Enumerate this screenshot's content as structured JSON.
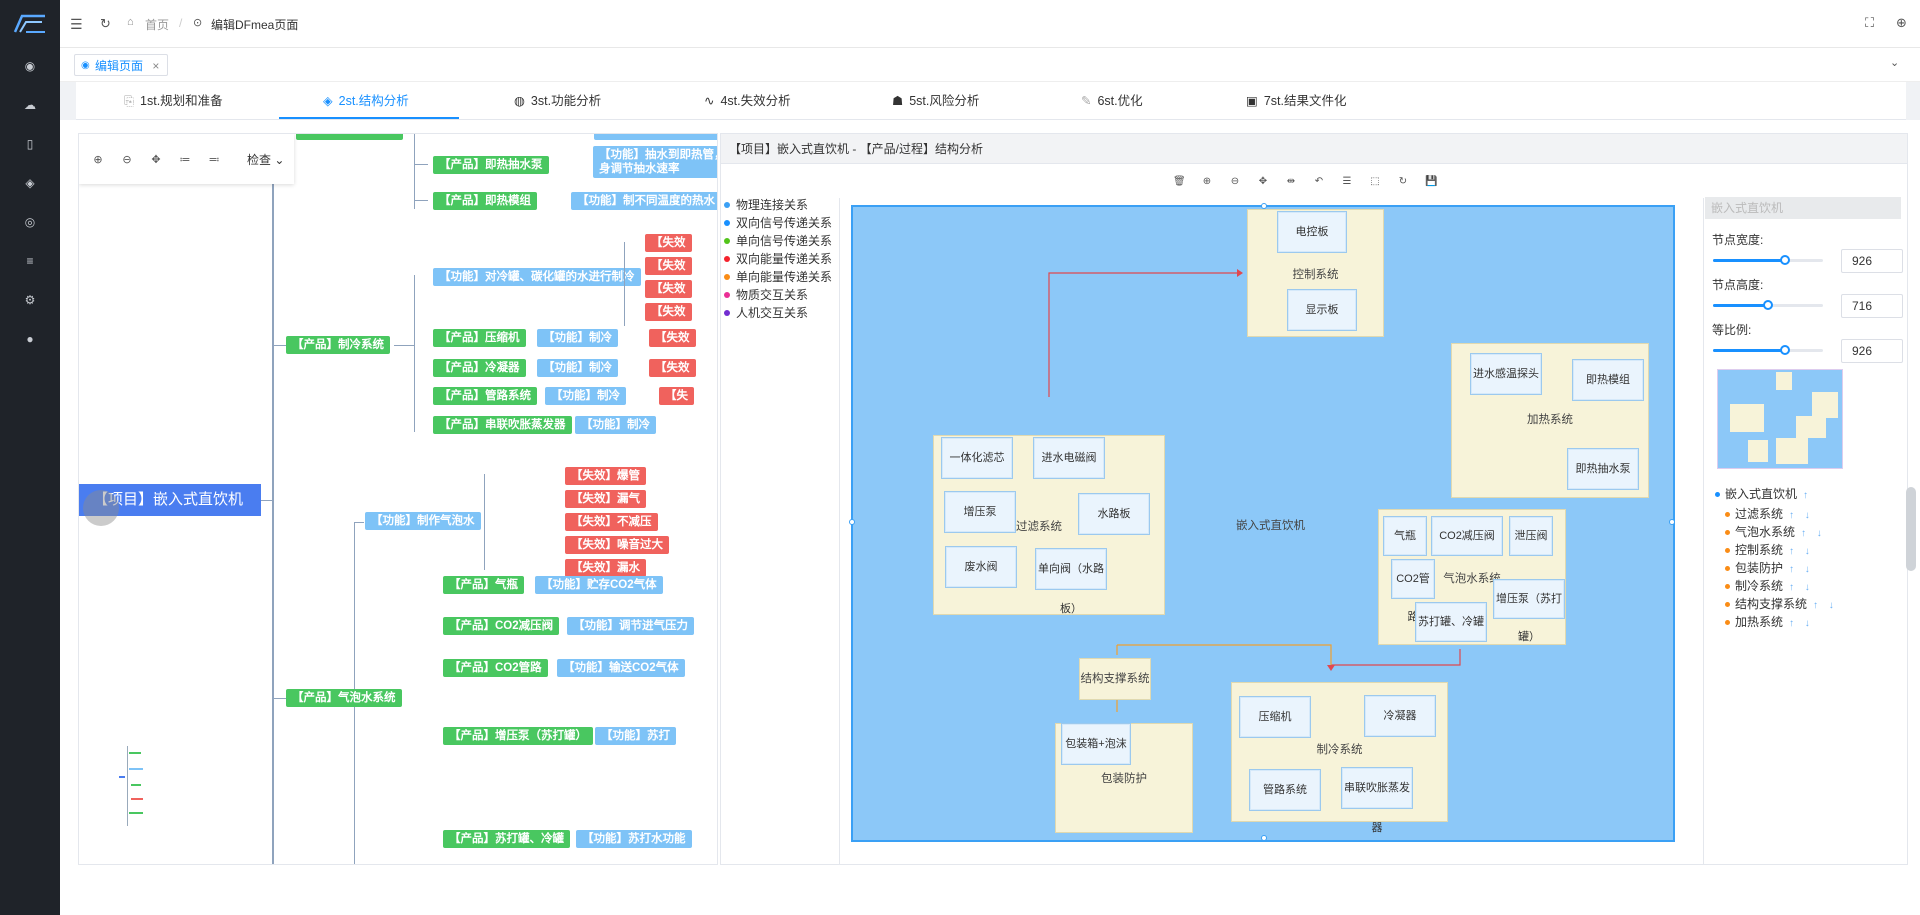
{
  "header": {
    "home_label": "首页",
    "separator": "/",
    "page_label": "编辑DFmea页面"
  },
  "tab": {
    "label": "编辑页面",
    "close": "×"
  },
  "steps": [
    {
      "label": "1st.规划和准备"
    },
    {
      "label": "2st.结构分析"
    },
    {
      "label": "3st.功能分析"
    },
    {
      "label": "4st.失效分析"
    },
    {
      "label": "5st.风险分析"
    },
    {
      "label": "6st.优化"
    },
    {
      "label": "7st.结果文件化"
    }
  ],
  "mindmap": {
    "check_label": "检查",
    "root": "【项目】嵌入式直饮机",
    "nodes": {
      "p_jirechoushuibeng": "【产品】即热抽水泵",
      "f_choushui": "【功能】抽水到即热管，\n身调节抽水速率",
      "p_jiremozu": "【产品】即热模组",
      "f_zhibutong": "【功能】制不同温度的热水",
      "f_duilengguan": "【功能】对冷罐、碳化罐的水进行制冷",
      "p_zhilengxitong": "【产品】制冷系统",
      "p_yasuoji": "【产品】压缩机",
      "f_zhileng1": "【功能】制冷",
      "p_lengningqi": "【产品】冷凝器",
      "f_zhileng2": "【功能】制冷",
      "p_guanluxitong": "【产品】管路系统",
      "f_zhileng3": "【功能】制冷",
      "p_chuanlian": "【产品】串联吹胀蒸发器",
      "f_zhileng4": "【功能】制冷",
      "fail_short": "【失效",
      "fail_short2": "【失",
      "f_zhizuoqipao": "【功能】制作气泡水",
      "fail_baoguan": "【失效】爆管",
      "fail_louqi": "【失效】漏气",
      "fail_bujianya": "【失效】不减压",
      "fail_zaoyin": "【失效】噪音过大",
      "fail_loushui": "【失效】漏水",
      "p_qipaoshui": "【产品】气泡水系统",
      "p_qiping": "【产品】气瓶",
      "f_zhucun": "【功能】贮存CO2气体",
      "p_co2jianya": "【产品】CO2减压阀",
      "f_tiaojie": "【功能】调节进气压力",
      "p_co2guanlu": "【产品】CO2管路",
      "f_shusong": "【功能】输送CO2气体",
      "p_zengyabeng": "【产品】增压泵（苏打罐）",
      "f_suda1": "【功能】苏打",
      "p_sudaguan": "【产品】苏打罐、冷罐",
      "f_suda2": "【功能】苏打水功能"
    }
  },
  "diagram": {
    "title": "【项目】嵌入式直饮机 - 【产品/过程】结构分析",
    "legend": [
      {
        "label": "物理连接关系",
        "color": "#3aa0f5"
      },
      {
        "label": "双向信号传递关系",
        "color": "#1890ff"
      },
      {
        "label": "单向信号传递关系",
        "color": "#52c41a"
      },
      {
        "label": "双向能量传递关系",
        "color": "#f5222d"
      },
      {
        "label": "单向能量传递关系",
        "color": "#fa8c16"
      },
      {
        "label": "物质交互关系",
        "color": "#eb2f96"
      },
      {
        "label": "人机交互关系",
        "color": "#722ed1"
      }
    ],
    "center_label": "嵌入式直饮机",
    "systems": {
      "kongzhi": "控制系统",
      "dianbankong": "电控板",
      "xianshiban": "显示板",
      "jiare": "加热系统",
      "jinshui_wentan": "进水感温探头",
      "jiremozu": "即热模组",
      "jirechoushuibeng": "即热抽水泵",
      "guolv": "过滤系统",
      "yitihualvxin": "一体化滤芯",
      "jinshuidiancifa": "进水电磁阀",
      "zengyabeng": "增压泵",
      "shuiluban": "水路板",
      "feishuifa": "废水阀",
      "danxiangfa": "单向阀（水路板）",
      "qipaoshui": "气泡水系统",
      "qiping": "气瓶",
      "co2jianyafa": "CO2减压阀",
      "xieyafa": "泄压阀",
      "co2guanlu": "CO2管路",
      "zengyabeng_suda": "增压泵（苏打罐）",
      "sudaguan": "苏打罐、冷罐",
      "jiegou": "结构支撑系统",
      "baozhuang": "包装防护",
      "baozhuangxiang": "包装箱+泡沫",
      "zhileng": "制冷系统",
      "yasuoji": "压缩机",
      "lengningqi": "冷凝器",
      "guanluxitong": "管路系统",
      "chuanlian": "串联吹胀蒸发器"
    }
  },
  "properties": {
    "header": "嵌入式直饮机",
    "width_label": "节点宽度:",
    "width_value": "926",
    "width_ratio": 0.65,
    "height_label": "节点高度:",
    "height_value": "716",
    "height_ratio": 0.5,
    "scale_label": "等比例:",
    "scale_value": "926",
    "scale_ratio": 0.65,
    "tree": [
      {
        "label": "嵌入式直饮机",
        "level": 0,
        "color": "#1890ff",
        "arrows": "↑"
      },
      {
        "label": "过滤系统",
        "level": 1,
        "color": "#fa8c16",
        "arrows": "↑ ↓"
      },
      {
        "label": "气泡水系统",
        "level": 1,
        "color": "#fa8c16",
        "arrows": "↑ ↓"
      },
      {
        "label": "控制系统",
        "level": 1,
        "color": "#fa8c16",
        "arrows": "↑ ↓"
      },
      {
        "label": "包装防护",
        "level": 1,
        "color": "#fa8c16",
        "arrows": "↑ ↓"
      },
      {
        "label": "制冷系统",
        "level": 1,
        "color": "#fa8c16",
        "arrows": "↑ ↓"
      },
      {
        "label": "结构支撑系统",
        "level": 1,
        "color": "#fa8c16",
        "arrows": "↑ ↓"
      },
      {
        "label": "加热系统",
        "level": 1,
        "color": "#fa8c16",
        "arrows": "↑ ↓"
      }
    ]
  }
}
